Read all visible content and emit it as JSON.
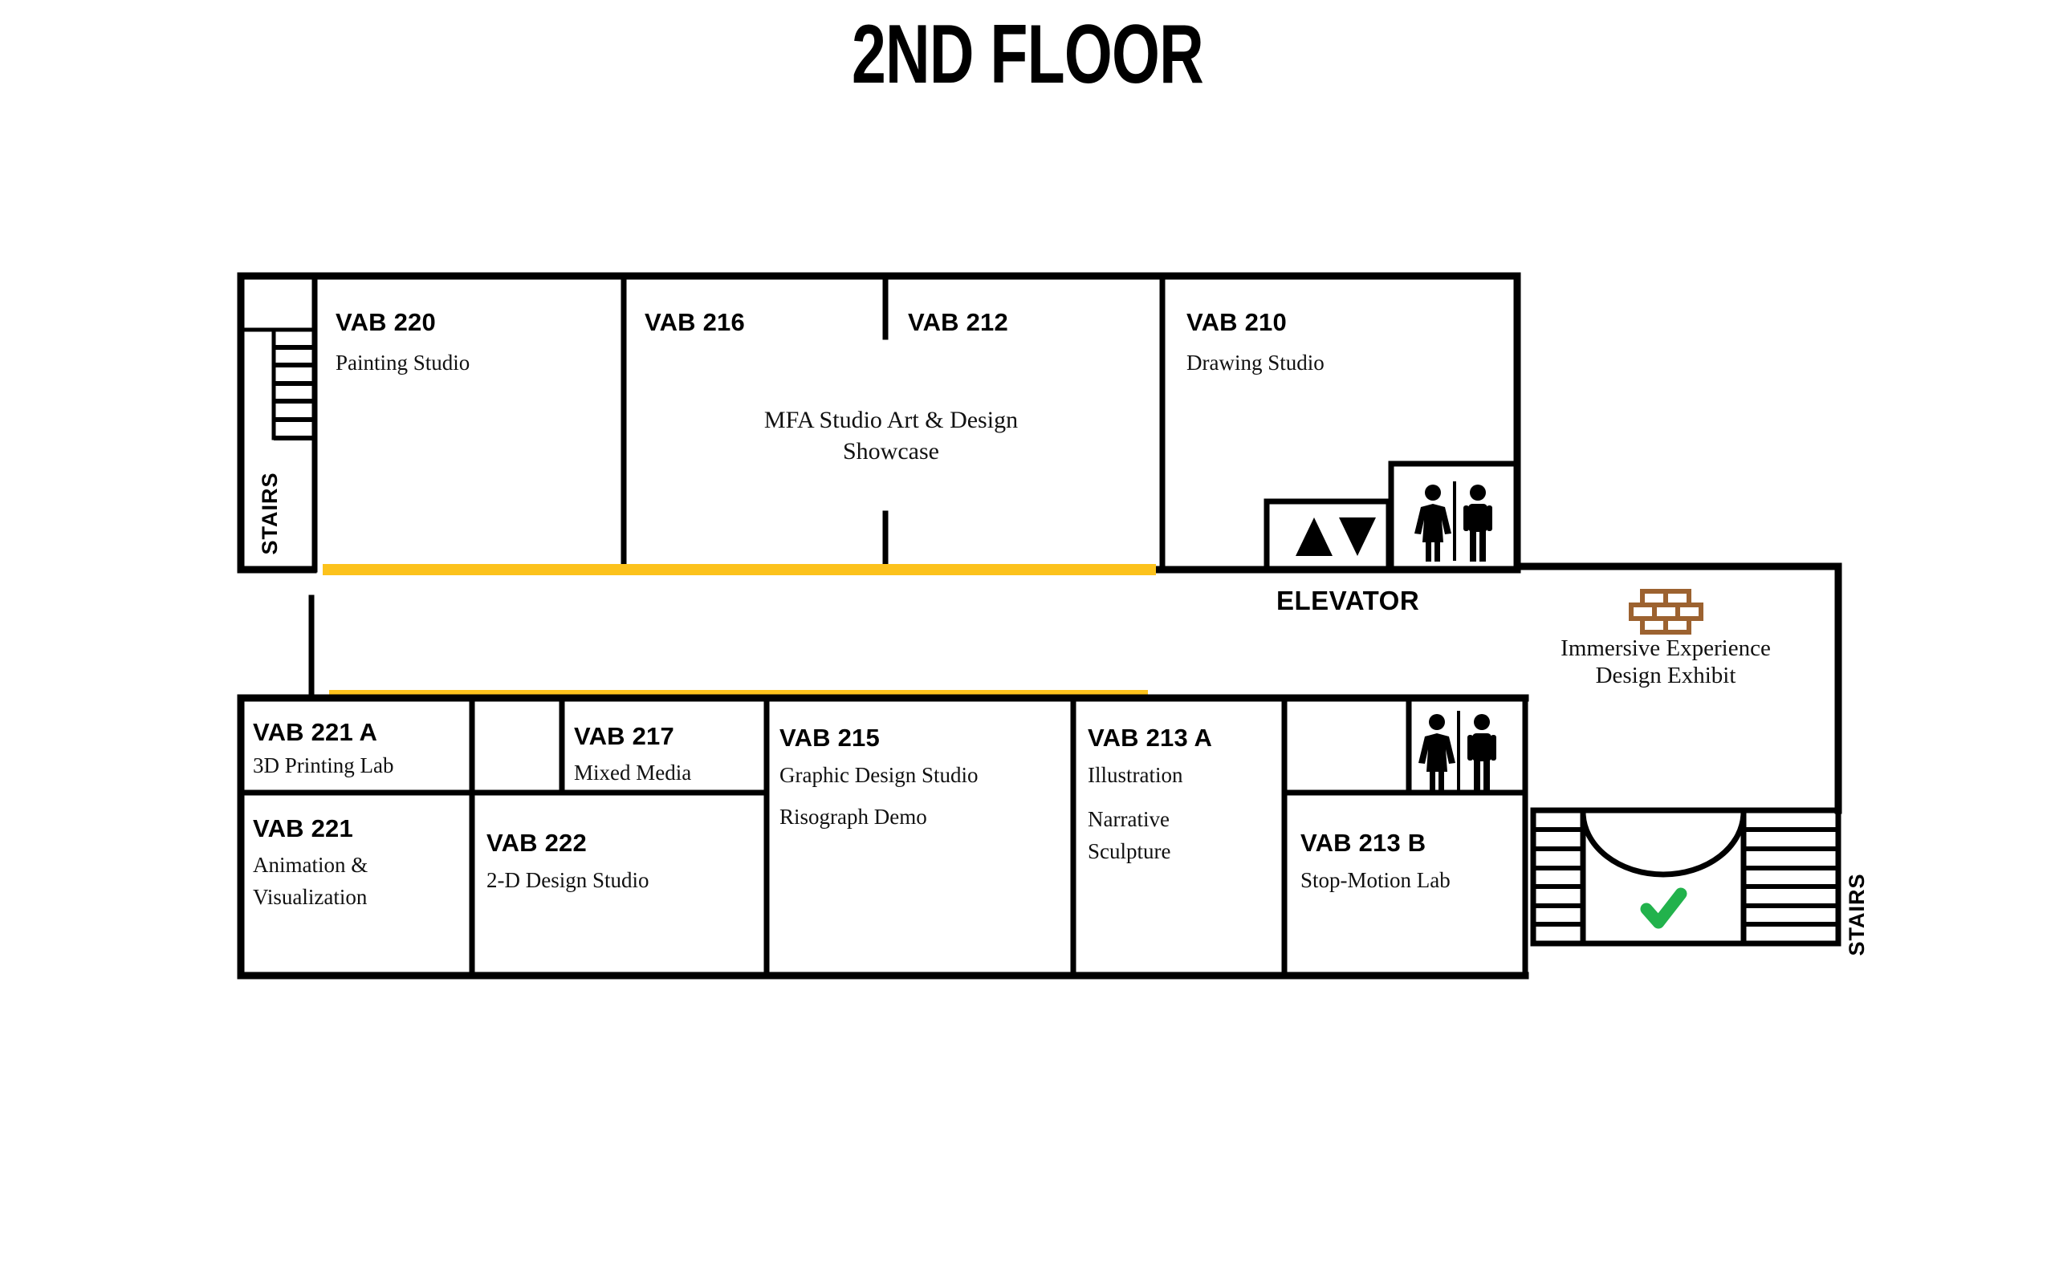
{
  "page": {
    "title": "2ND FLOOR"
  },
  "colors": {
    "wall": "#000000",
    "background": "#ffffff",
    "corridor_highlight": "#FCC21C",
    "brick_icon": "#9C6230",
    "check_mark": "#22B24C",
    "text": "#111111"
  },
  "rooms": [
    {
      "number": "VAB 220",
      "name": "Painting Studio"
    },
    {
      "number": "VAB 216",
      "name": ""
    },
    {
      "number": "VAB 212",
      "name": ""
    },
    {
      "number": "VAB 210",
      "name": "Drawing Studio"
    },
    {
      "number": "VAB 221 A",
      "name": "3D Printing Lab"
    },
    {
      "number": "VAB 217",
      "name": "Mixed Media"
    },
    {
      "number": "VAB 215",
      "name": "Graphic Design Studio",
      "name2": "Risograph Demo"
    },
    {
      "number": "VAB 213 A",
      "name": "Illustration",
      "name2": "Narrative",
      "name3": "Sculpture"
    },
    {
      "number": "VAB 221",
      "name": "Animation &",
      "name2": "Visualization"
    },
    {
      "number": "VAB 222",
      "name": "2-D Design Studio"
    },
    {
      "number": "VAB 213 B",
      "name": "Stop-Motion Lab"
    }
  ],
  "features": {
    "showcase_line1": "MFA Studio Art & Design",
    "showcase_line2": "Showcase",
    "elevator_label": "ELEVATOR",
    "exhibit_line1": "Immersive Experience",
    "exhibit_line2": "Design Exhibit",
    "stairs_left_label": "STAIRS",
    "stairs_right_label": "STAIRS",
    "elevator_up_glyph": "up-triangle",
    "elevator_down_glyph": "down-triangle",
    "restroom_glyph": "restroom-women-men",
    "brick_glyph": "brick-wall-icon",
    "check_glyph": "green-check-icon"
  }
}
